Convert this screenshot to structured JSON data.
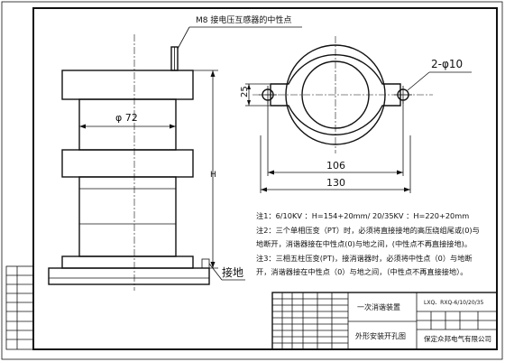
{
  "annotations": {
    "top_label": "M8 接电压互感器的中性点",
    "diameter_72": "φ 72",
    "ground_label": "接地",
    "height_label": "H",
    "holes_label": "2-φ10",
    "dim_25": "25",
    "dim_106": "106",
    "dim_130": "130"
  },
  "notes": [
    "注1：6/10KV ：H=154+20mm/ 20/35KV ：H=220+20mm",
    "注2：三个单相压变（PT）时，必须将直接接地的高压绕组尾或(0)与",
    "地断开，消谐器接在中性点(0)与地之间，(中性点不再直接接地)。",
    "注3：三相五柱压变(PT)，接消谐器时，必须将中性点（0）与地断",
    "开，消谐器接在中性点（0）与地之间，（中性点不再直接接地）。"
  ],
  "title_block": {
    "product": "一次消谐装置",
    "drawing_title": "外形安装开孔图",
    "code": "LXQ、RXQ-6/10/20/35",
    "company": "保定众邦电气有限公司"
  }
}
